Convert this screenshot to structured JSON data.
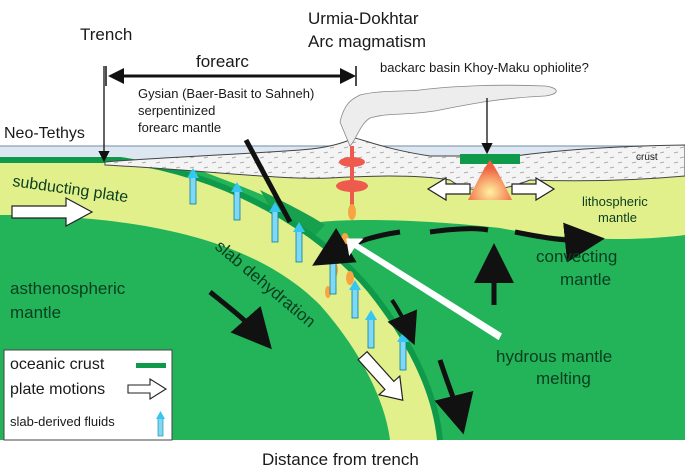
{
  "labels": {
    "trench": "Trench",
    "arc_line1": "Urmia-Dokhtar",
    "arc_line2": "Arc magmatism",
    "forearc": "forearc",
    "backarc": "backarc basin Khoy-Maku ophiolite?",
    "gysian_line1": "Gysian (Baer-Basit to Sahneh)",
    "gysian_line2": "serpentinized",
    "gysian_line3": "forearc mantle",
    "neo_tethys": "Neo-Tethys",
    "crust": "crust",
    "subducting_plate": "subducting plate",
    "lithospheric_line1": "lithospheric",
    "lithospheric_line2": "mantle",
    "slab_dehydration": "slab dehydration",
    "convecting_line1": "convecting",
    "convecting_line2": "mantle",
    "asthenospheric_line1": "asthenospheric",
    "asthenospheric_line2": "mantle",
    "hydrous_line1": "hydrous mantle",
    "hydrous_line2": "melting",
    "x_axis": "Distance from trench"
  },
  "legend": {
    "oceanic_crust": "oceanic crust",
    "plate_motions": "plate motions",
    "slab_fluids": "slab-derived fluids"
  },
  "colors": {
    "asthenosphere": "#23b45a",
    "lithosphere": "#e2f08c",
    "oceanic_crust": "#0e9a4a",
    "continental_crust": "#f3f3f3",
    "ocean": "#dde7f1",
    "magma": "#ef5a4e",
    "fluid": "#37c6f0"
  }
}
